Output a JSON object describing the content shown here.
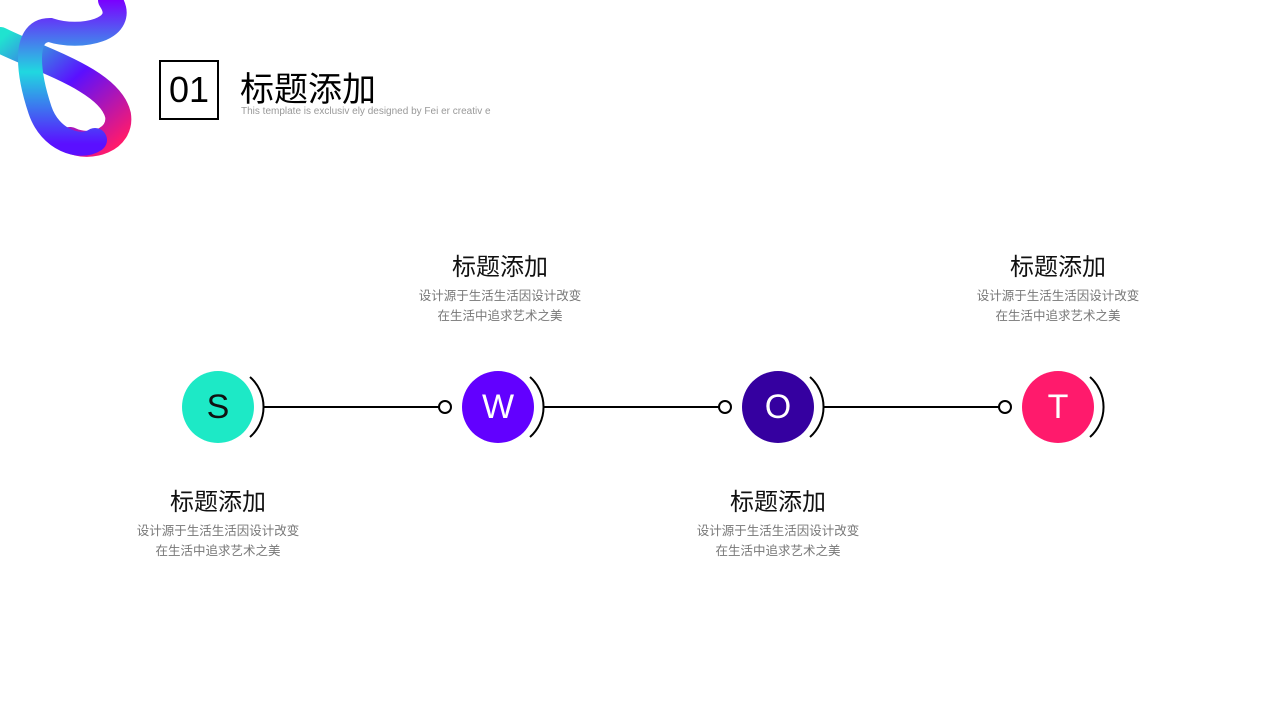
{
  "header": {
    "number": "01",
    "title": "标题添加",
    "subtitle": "This template is exclusiv ely designed by Fei er creativ e"
  },
  "steps": [
    {
      "letter": "S",
      "color": "#1de9c6",
      "text_color": "#111111",
      "title": "标题添加",
      "desc1": "设计源于生活生活因设计改变",
      "desc2": "在生活中追求艺术之美"
    },
    {
      "letter": "W",
      "color": "#6200ff",
      "text_color": "#ffffff",
      "title": "标题添加",
      "desc1": "设计源于生活生活因设计改变",
      "desc2": "在生活中追求艺术之美"
    },
    {
      "letter": "O",
      "color": "#3500a0",
      "text_color": "#ffffff",
      "title": "标题添加",
      "desc1": "设计源于生活生活因设计改变",
      "desc2": "在生活中追求艺术之美"
    },
    {
      "letter": "T",
      "color": "#ff1a6c",
      "text_color": "#ffffff",
      "title": "标题添加",
      "desc1": "设计源于生活生活因设计改变",
      "desc2": "在生活中追求艺术之美"
    }
  ]
}
